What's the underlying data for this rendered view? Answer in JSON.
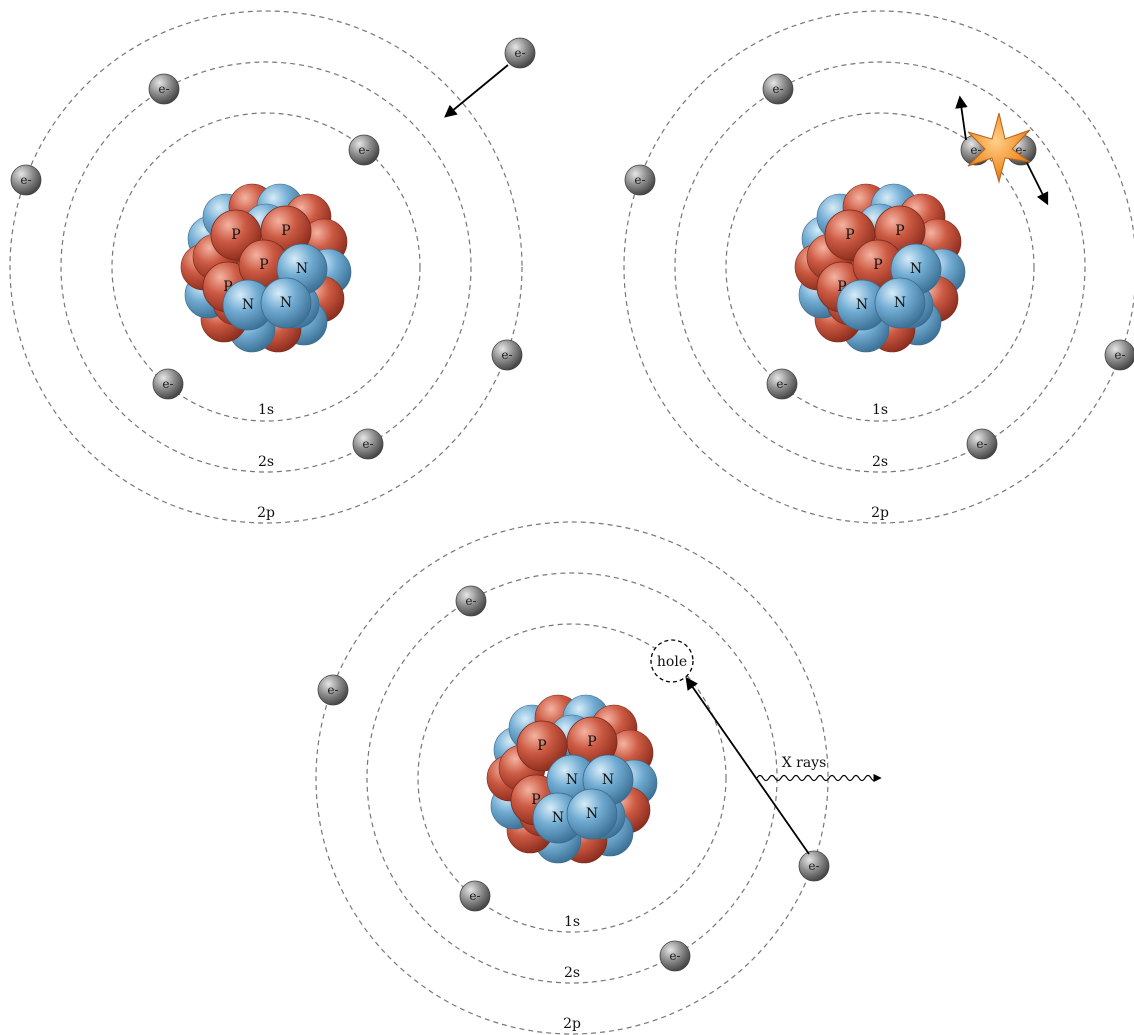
{
  "atoms": [
    {
      "id": "atom-1",
      "shell_labels": [
        "1s",
        "2s",
        "2p"
      ],
      "electron_label": "e-",
      "proton_label": "P",
      "neutron_label": "N"
    },
    {
      "id": "atom-2",
      "shell_labels": [
        "1s",
        "2s",
        "2p"
      ],
      "electron_label": "e-",
      "proton_label": "P",
      "neutron_label": "N"
    },
    {
      "id": "atom-3",
      "shell_labels": [
        "1s",
        "2s",
        "2p"
      ],
      "electron_label": "e-",
      "proton_label": "P",
      "neutron_label": "N",
      "hole_label": "hole",
      "xray_label": "X rays"
    }
  ],
  "colors": {
    "proton": "#c8553f",
    "neutron": "#6fa8cf",
    "electron": "#8a8a8a",
    "collision_star": "#f0922f"
  },
  "icons": [
    "electron-sphere",
    "proton-sphere",
    "neutron-sphere",
    "collision-star-icon",
    "wavy-arrow-icon"
  ]
}
